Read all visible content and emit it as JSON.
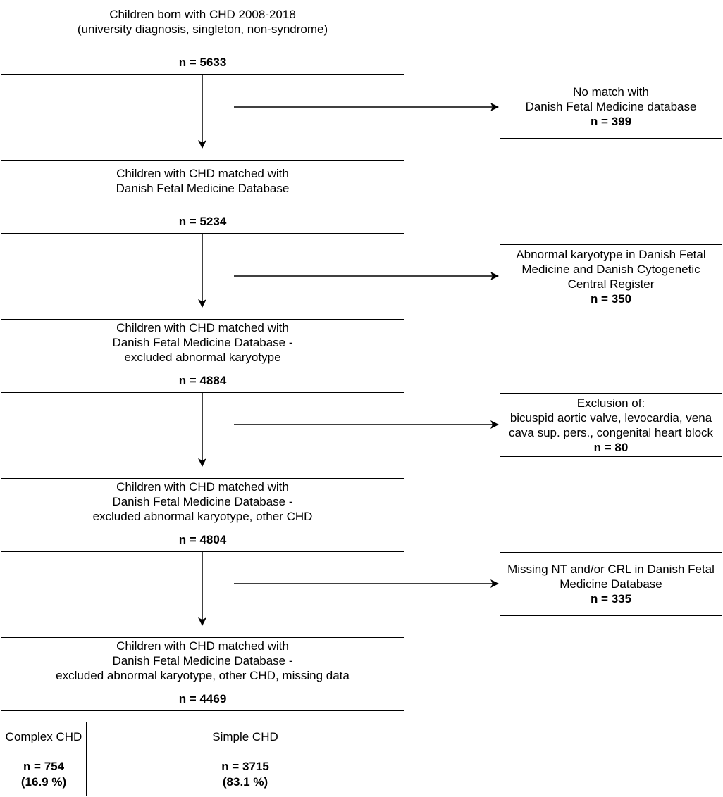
{
  "boxes": {
    "born": {
      "lines": [
        "Children born with CHD 2008-2018",
        "(university diagnosis, singleton, non-syndrome)"
      ],
      "n": "n = 5633"
    },
    "matched": {
      "lines": [
        "Children with CHD matched with",
        "Danish Fetal Medicine Database"
      ],
      "n": "n = 5234"
    },
    "excl_karyotype": {
      "lines": [
        "Children with CHD matched with",
        "Danish Fetal Medicine Database -",
        "excluded abnormal karyotype"
      ],
      "n": "n = 4884"
    },
    "excl_other_chd": {
      "lines": [
        "Children with CHD matched with",
        "Danish Fetal Medicine Database -",
        "excluded abnormal karyotype, other CHD"
      ],
      "n": "n = 4804"
    },
    "excl_missing": {
      "lines": [
        "Children with CHD matched with",
        "Danish Fetal Medicine Database -",
        "excluded abnormal karyotype, other CHD, missing data"
      ],
      "n": "n = 4469"
    }
  },
  "side_boxes": {
    "no_match": {
      "lines": [
        "No match with",
        "Danish Fetal Medicine database"
      ],
      "n": "n = 399"
    },
    "abnormal_karyotype": {
      "lines": [
        "Abnormal karyotype in Danish Fetal",
        "Medicine and Danish Cytogenetic",
        "Central Register"
      ],
      "n": "n = 350"
    },
    "exclusion_other": {
      "lines": [
        "Exclusion of:",
        "bicuspid aortic valve, levocardia, vena",
        "cava sup. pers., congenital heart block"
      ],
      "n": "n = 80"
    },
    "missing_nt_crl": {
      "lines": [
        "Missing NT and/or CRL in Danish Fetal",
        "Medicine Database"
      ],
      "n": "n = 335"
    }
  },
  "split": {
    "complex": {
      "label": "Complex CHD",
      "n": "n = 754",
      "pct": "(16.9 %)"
    },
    "simple": {
      "label": "Simple CHD",
      "n": "n = 3715",
      "pct": "(83.1 %)"
    }
  }
}
